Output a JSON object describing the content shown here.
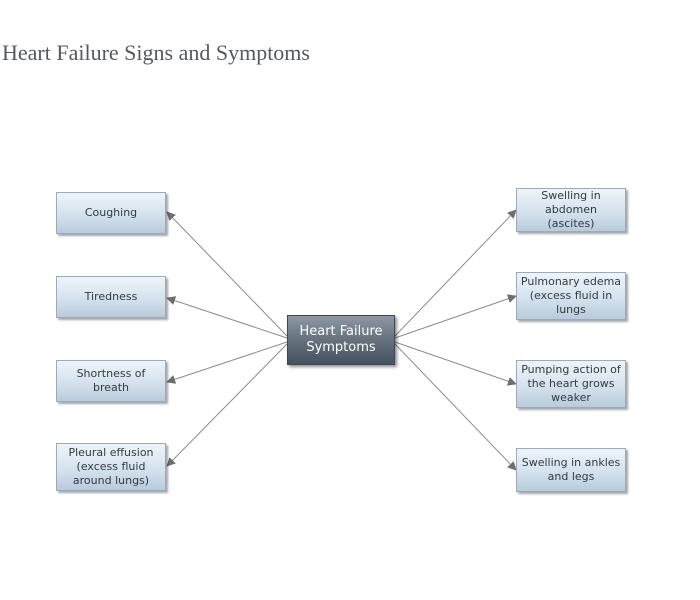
{
  "title": "Heart Failure Signs and Symptoms",
  "center_node": "Heart Failure Symptoms",
  "left_nodes": [
    "Coughing",
    "Tiredness",
    "Shortness of breath",
    "Pleural effusion (excess fluid around lungs)"
  ],
  "right_nodes": [
    "Swelling in abdomen (ascites)",
    "Pulmonary edema (excess fluid in lungs",
    "Pumping action of the heart grows weaker",
    "Swelling in ankles and legs"
  ],
  "colors": {
    "title_text": "#555a5e",
    "center_node_fill": "#5c6874",
    "node_fill": "#d4e2ee",
    "connector": "#8c8c8c",
    "arrowhead": "#6e6e6e"
  }
}
